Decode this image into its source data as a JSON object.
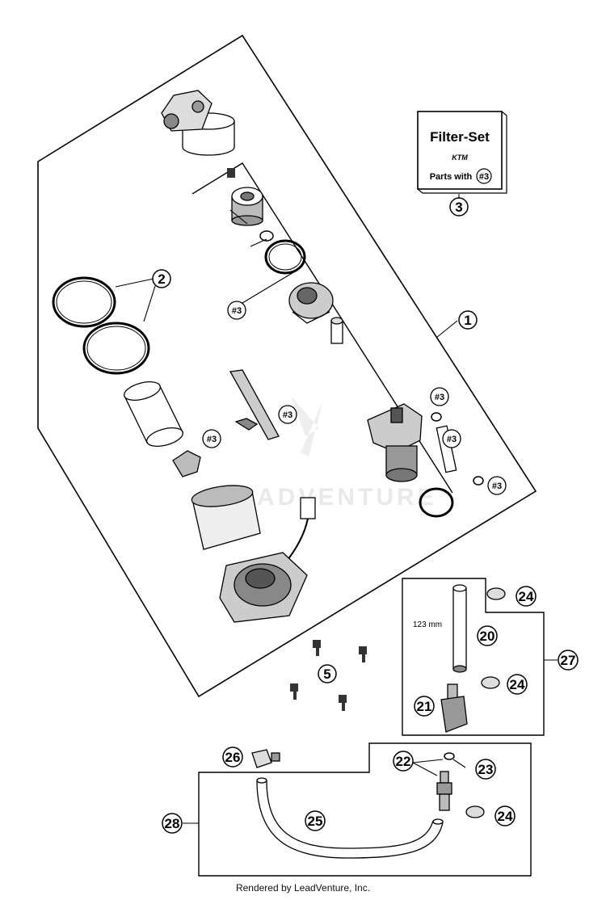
{
  "filter_set_box": {
    "title": "Filter-Set",
    "brand": "KTM",
    "subtitle": "Parts with",
    "ref": "#3"
  },
  "callouts": {
    "c1": "1",
    "c2": "2",
    "c3": "3",
    "c5": "5",
    "c20": "20",
    "c21": "21",
    "c22": "22",
    "c23": "23",
    "c24a": "24",
    "c24b": "24",
    "c24c": "24",
    "c25": "25",
    "c26": "26",
    "c27": "27",
    "c28": "28"
  },
  "ref_marks": {
    "r1": "#3",
    "r2": "#3",
    "r3": "#3",
    "r4": "#3",
    "r5": "#3",
    "r6": "#3"
  },
  "hose_length": "123 mm",
  "watermark": "ADVENTURE",
  "footer": "Rendered by LeadVenture, Inc."
}
